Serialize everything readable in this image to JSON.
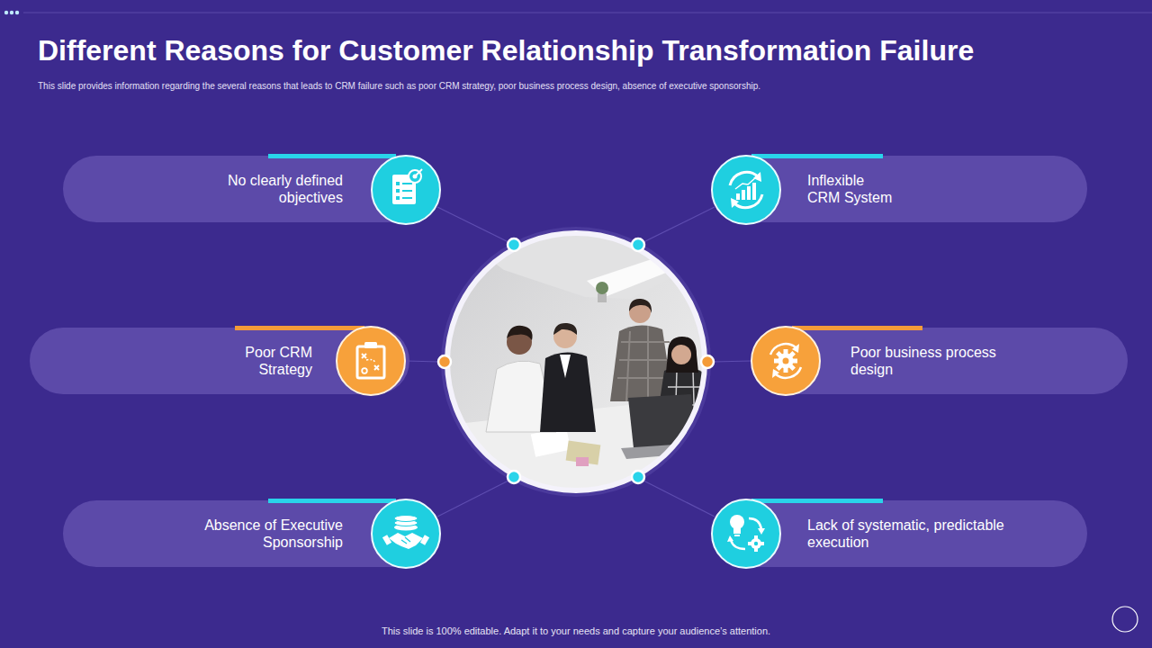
{
  "diagram": {
    "title": "Different Reasons for Customer Relationship Transformation Failure",
    "caption": "This slide provides information regarding the several reasons that leads to CRM failure such as poor CRM strategy, poor business process design, absence of executive sponsorship.",
    "nodes": [
      {
        "text": [
          "No clearly defined objectives"
        ]
      },
      {
        "text": [
          "Inflexible CRM System"
        ]
      },
      {
        "text": [
          "Poor CRM Strategy"
        ]
      },
      {
        "text": [
          "Poor business process design"
        ]
      },
      {
        "text": [
          "Absence of Executive Sponsorship"
        ]
      },
      {
        "text": [
          "Lack of systematic, predictable execution"
        ]
      }
    ],
    "labels": [
      "This slide is 100% editable. Adapt it to your needs and capture your audience’s attention."
    ]
  }
}
